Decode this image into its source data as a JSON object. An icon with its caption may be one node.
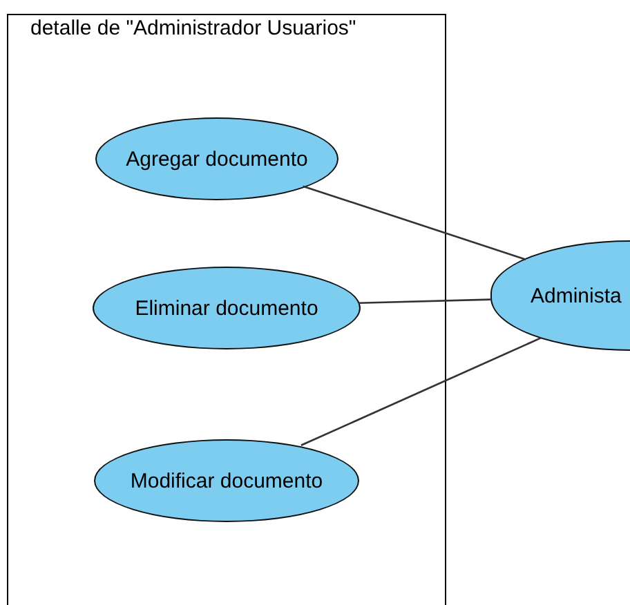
{
  "diagram": {
    "nodes": [
      {
        "text": [
          "detalle de \"Administrador Usuarios\""
        ]
      },
      {
        "text": [
          "Agregar documento"
        ],
        "in": 0
      },
      {
        "text": [
          "Eliminar documento"
        ],
        "in": 0
      },
      {
        "text": [
          "Modificar documento"
        ],
        "in": 0
      },
      {
        "text": [
          "Administa"
        ]
      }
    ],
    "edges": [
      {
        "from": 1,
        "to": 4,
        "arrow": "none"
      },
      {
        "from": 2,
        "to": 4,
        "arrow": "none"
      },
      {
        "from": 3,
        "to": 4,
        "arrow": "none"
      }
    ]
  }
}
